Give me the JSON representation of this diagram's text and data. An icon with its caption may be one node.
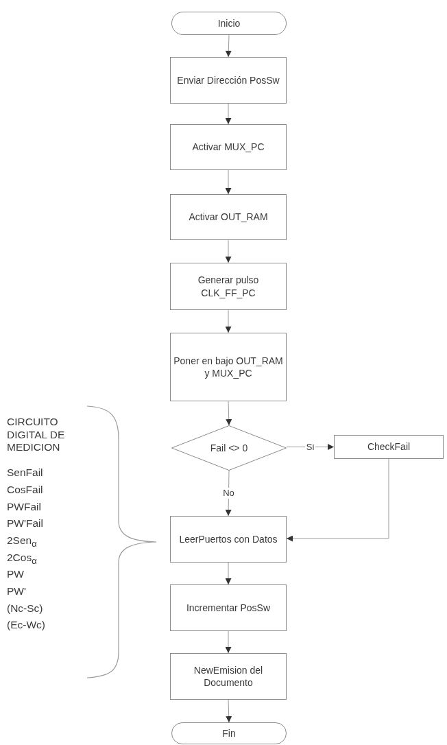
{
  "diagram": {
    "nodes": [
      {
        "text": [
          "Inicio"
        ]
      },
      {
        "text": [
          "Enviar Dirección PosSw"
        ]
      },
      {
        "text": [
          "Activar MUX_PC"
        ]
      },
      {
        "text": [
          "Activar OUT_RAM"
        ]
      },
      {
        "text": [
          "Generar pulso CLK_FF_PC"
        ]
      },
      {
        "text": [
          "Poner en bajo OUT_RAM y MUX_PC"
        ]
      },
      {
        "text": [
          "Fail <> 0"
        ]
      },
      {
        "text": [
          "CheckFail"
        ]
      },
      {
        "text": [
          "LeerPuertos con Datos"
        ]
      },
      {
        "text": [
          "Incrementar PosSw"
        ]
      },
      {
        "text": [
          "NewEmision del Documento"
        ]
      },
      {
        "text": [
          "Fin"
        ]
      }
    ],
    "edges": [
      {
        "from": 0,
        "to": 1,
        "arrow": "to"
      },
      {
        "from": 1,
        "to": 2,
        "arrow": "to"
      },
      {
        "from": 2,
        "to": 3,
        "arrow": "to"
      },
      {
        "from": 3,
        "to": 4,
        "arrow": "to"
      },
      {
        "from": 4,
        "to": 5,
        "arrow": "to"
      },
      {
        "from": 5,
        "to": 6,
        "arrow": "to"
      },
      {
        "from": 6,
        "to": 7,
        "arrow": "to",
        "label": "Si"
      },
      {
        "from": 6,
        "to": 8,
        "arrow": "to",
        "label": "No"
      },
      {
        "from": 7,
        "to": 8,
        "arrow": "to"
      },
      {
        "from": 8,
        "to": 9,
        "arrow": "to"
      },
      {
        "from": 9,
        "to": 10,
        "arrow": "to"
      },
      {
        "from": 10,
        "to": 11,
        "arrow": "to"
      }
    ],
    "labels": [
      "CIRCUITO DIGITAL DE MEDICION",
      "SenFail",
      "CosFail",
      "PWFail",
      "PW'Fail",
      "2Sen$_{α}$",
      "2Cos$_{α}$",
      "PW",
      "PW'",
      "(Nc-Sc)",
      "(Ec-Wc)"
    ]
  }
}
